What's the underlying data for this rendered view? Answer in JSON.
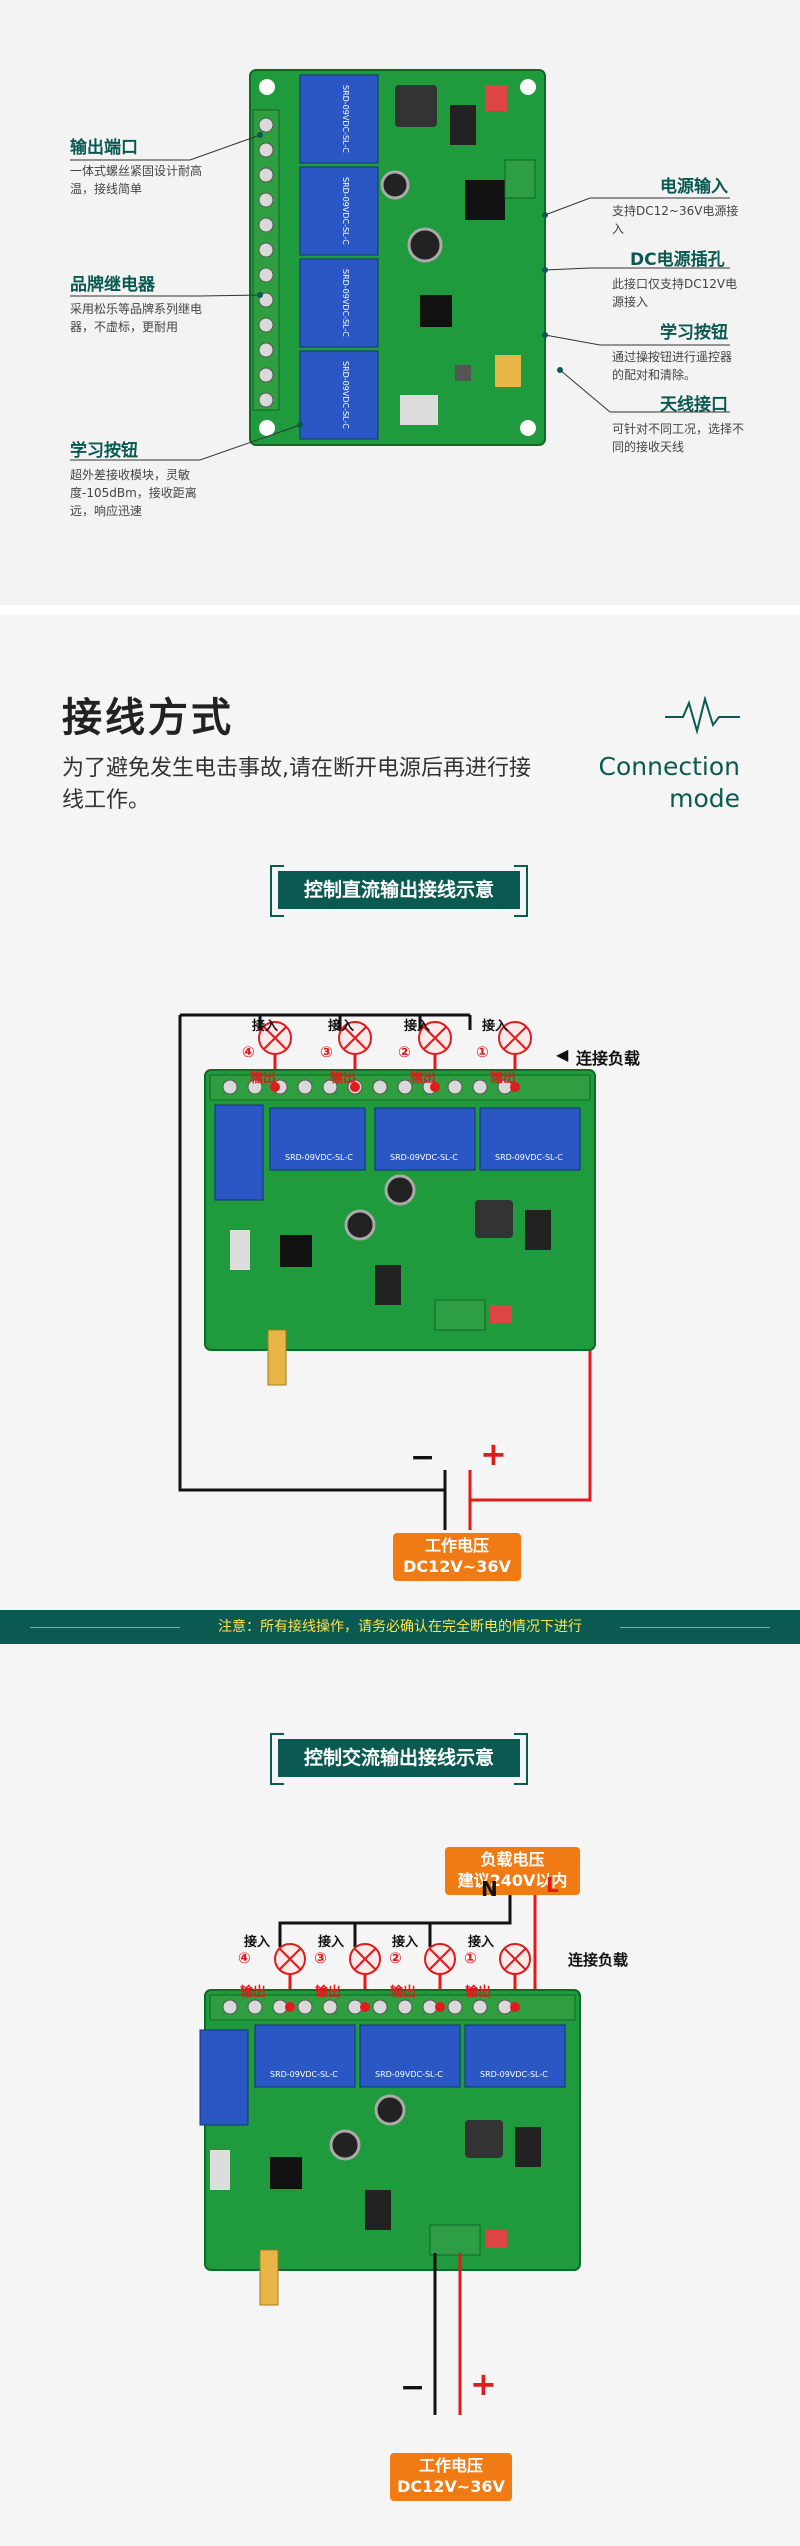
{
  "features": {
    "output_port": {
      "title": "输出端口",
      "desc": "一体式螺丝紧固设计耐高温，接线简单"
    },
    "relay": {
      "title": "品牌继电器",
      "desc": "采用松乐等品牌系列继电器，不虚标，更耐用"
    },
    "learn_left": {
      "title": "学习按钮",
      "desc": "超外差接收模块，灵敏度-105dBm，接收距离远，响应迅速"
    },
    "power_in": {
      "title": "电源输入",
      "desc": "支持DC12~36V电源接入"
    },
    "dc_jack": {
      "title": "DC电源插孔",
      "desc": "此接口仅支持DC12V电源接入"
    },
    "learn_right": {
      "title": "学习按钮",
      "desc": "通过操按钮进行遥控器的配对和清除。"
    },
    "antenna": {
      "title": "天线接口",
      "desc": "可针对不同工况，选择不同的接收天线"
    }
  },
  "section": {
    "title": "接线方式",
    "subtitle": "为了避免发生电击事故,请在断开电源后再进行接线工作。",
    "english": "Connection mode"
  },
  "dc_diagram": {
    "badge": "控制直流输出接线示意",
    "connect_load": "连接负载",
    "channel_in": "接入",
    "channel_out": "输出",
    "channels": [
      "④",
      "③",
      "②",
      "①"
    ],
    "minus": "−",
    "plus": "+",
    "voltage_line1": "工作电压",
    "voltage_line2": "DC12V~36V"
  },
  "notice": "注意：所有接线操作，请务必确认在完全断电的情况下进行",
  "ac_diagram": {
    "badge": "控制交流输出接线示意",
    "load_voltage_line1": "负载电压",
    "load_voltage_line2": "建议240V以内",
    "n_label": "N",
    "l_label": "L",
    "connect_load": "连接负载",
    "channel_in": "接入",
    "channel_out": "输出",
    "channels": [
      "④",
      "③",
      "②",
      "①"
    ],
    "minus": "−",
    "plus": "+",
    "voltage_line1": "工作电压",
    "voltage_line2": "DC12V~36V"
  },
  "relay_print": "SRD-09VDC-SL-C",
  "colors": {
    "accent": "#0b5a52",
    "pcb": "#1f9a3c",
    "relay": "#2a57c4",
    "wire_red": "#e01b1b",
    "orange": "#f07a14"
  }
}
